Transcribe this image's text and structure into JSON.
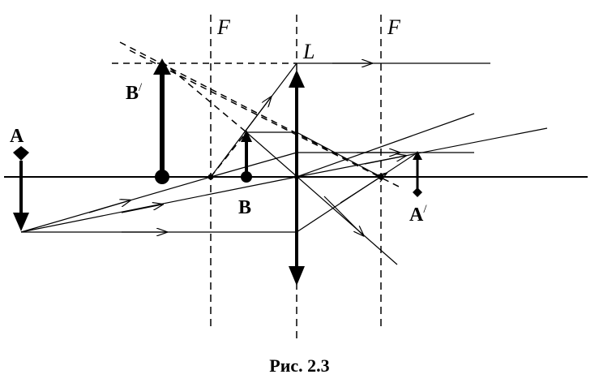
{
  "figure": {
    "caption": "Рис. 2.3",
    "labels": {
      "focus_left": "F",
      "focus_right": "F",
      "lens": "L",
      "object_a": "A",
      "object_b": "B",
      "image_a": "A",
      "image_b": "B",
      "prime_mark": "/"
    },
    "colors": {
      "ink": "#000000",
      "background": "#ffffff"
    }
  }
}
